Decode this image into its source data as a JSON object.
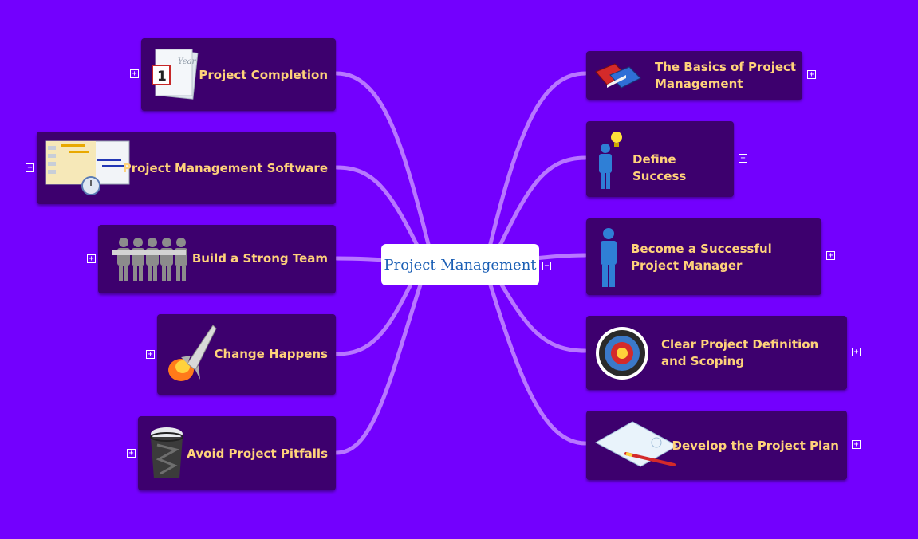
{
  "center": {
    "label": "Project Management",
    "expander": "−"
  },
  "colors": {
    "background": "#7300fe",
    "node": "#3d006e",
    "label": "#ffd27a",
    "link": "#b877ff"
  },
  "left_nodes": [
    {
      "label": "Project Completion",
      "icon": "calendar-icon",
      "expander": "+"
    },
    {
      "label": "Project Management Software",
      "icon": "gantt-chart-icon",
      "expander": "+"
    },
    {
      "label": "Build a Strong Team",
      "icon": "team-icon",
      "expander": "+"
    },
    {
      "label": "Change Happens",
      "icon": "rocket-icon",
      "expander": "+"
    },
    {
      "label": "Avoid Project Pitfalls",
      "icon": "trash-bin-icon",
      "expander": "+"
    }
  ],
  "right_nodes": [
    {
      "label": "The Basics of Project Management",
      "icon": "books-icon",
      "expander": "+"
    },
    {
      "label": "Define Success",
      "icon": "idea-person-icon",
      "expander": "+"
    },
    {
      "label": "Become a Successful Project Manager",
      "icon": "person-icon",
      "expander": "+"
    },
    {
      "label": "Clear Project Definition and Scoping",
      "icon": "target-icon",
      "expander": "+"
    },
    {
      "label": "Develop the Project Plan",
      "icon": "plan-document-icon",
      "expander": "+"
    }
  ]
}
